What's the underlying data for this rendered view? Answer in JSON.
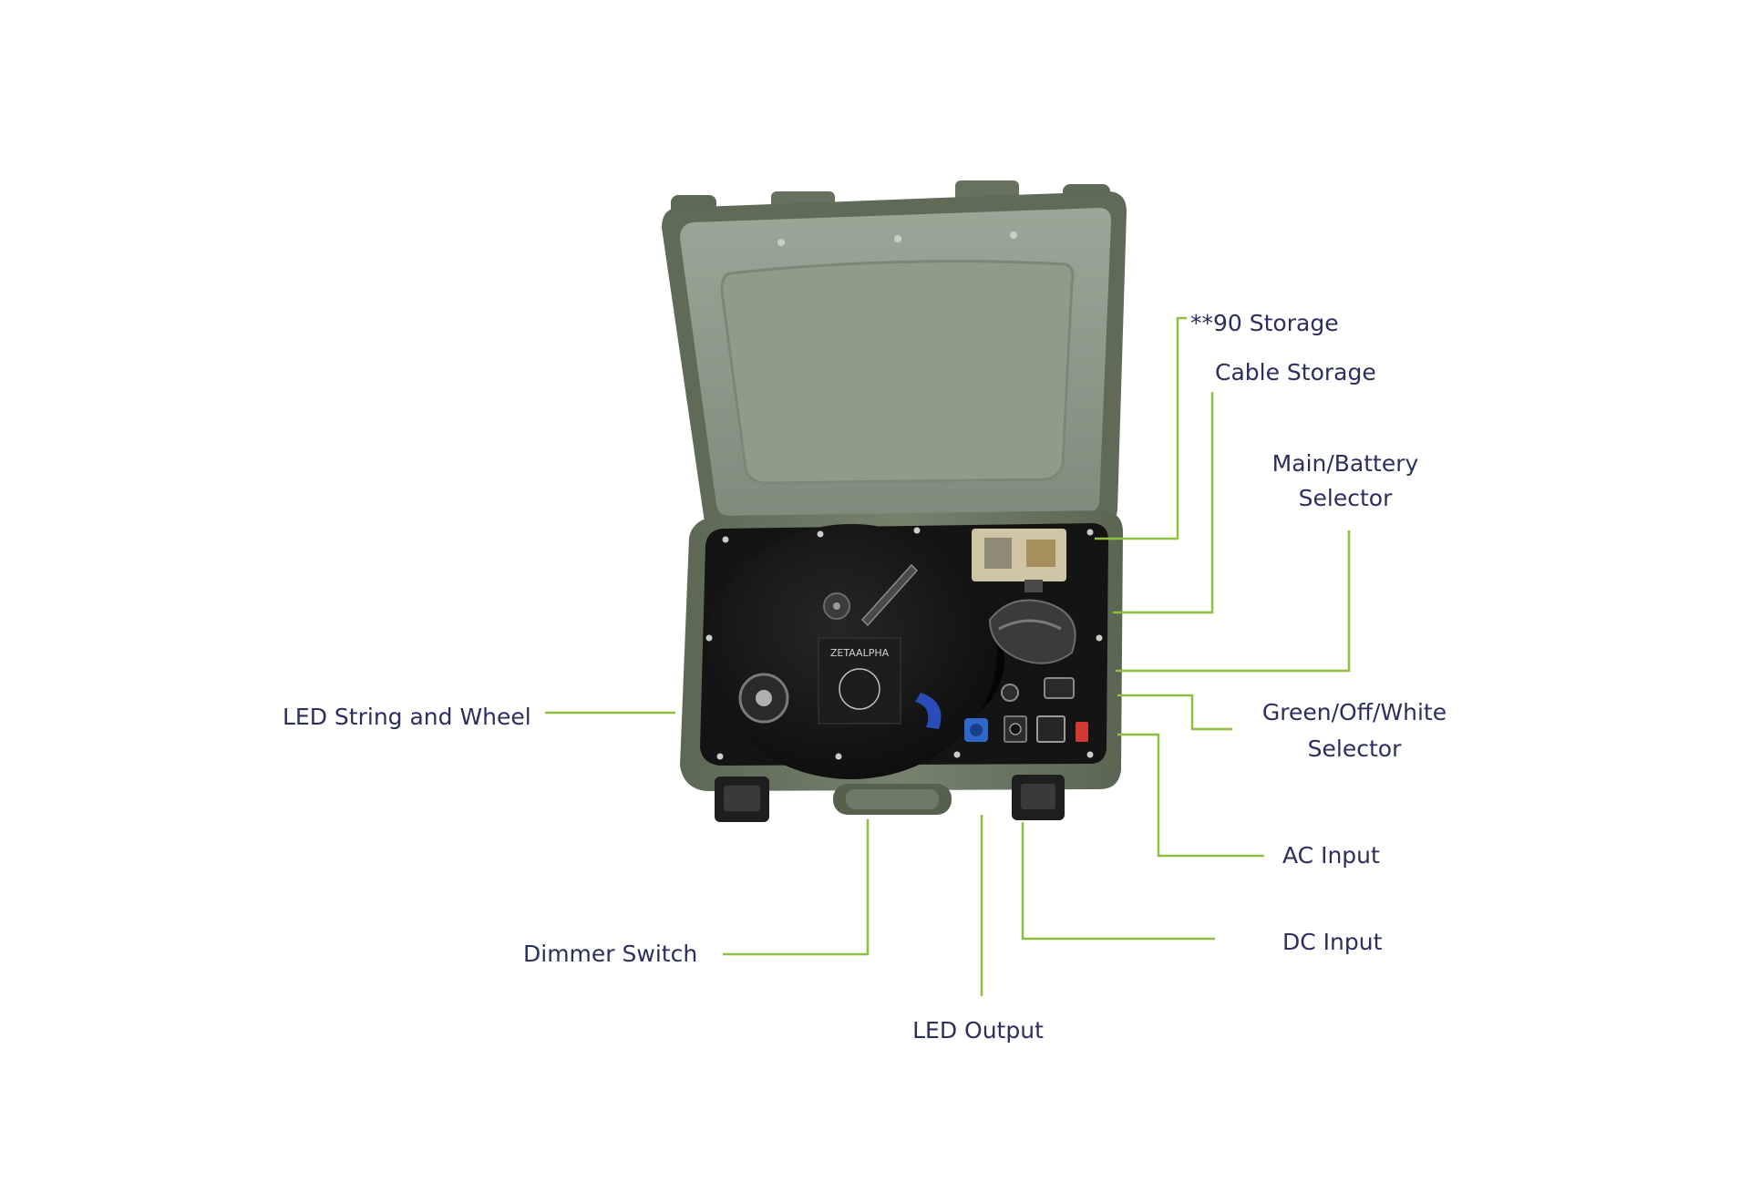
{
  "colors": {
    "label_text": "#2b2f5e",
    "leader_line": "#8fbf3f",
    "case_shell": "#6d7a64",
    "lid_inner": "#8a9886",
    "panel": "#141414"
  },
  "device": {
    "wheel_brand": "ZETAALPHA"
  },
  "callouts": {
    "storage_90": "**90 Storage",
    "cable_storage": "Cable Storage",
    "main_battery_line1": "Main/Battery",
    "main_battery_line2": "Selector",
    "led_string_wheel": "LED String and Wheel",
    "green_off_white_line1": "Green/Off/White",
    "green_off_white_line2": "Selector",
    "ac_input": "AC Input",
    "dc_input": "DC Input",
    "dimmer_switch": "Dimmer Switch",
    "led_output": "LED Output"
  }
}
